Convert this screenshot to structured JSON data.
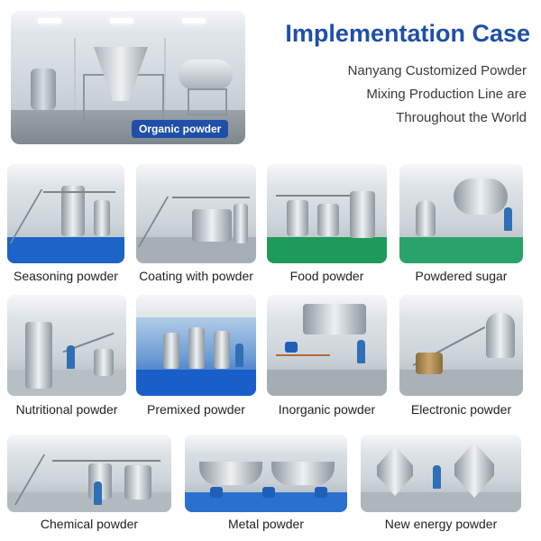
{
  "header": {
    "title": "Implementation Case",
    "subtitle_lines": [
      "Nanyang Customized Powder",
      "Mixing Production Line are",
      "Throughout the World"
    ]
  },
  "hero": {
    "label": "Organic powder",
    "label_color": "#1f4fa8"
  },
  "cases": [
    {
      "label": "Seasoning powder"
    },
    {
      "label": "Coating with powder"
    },
    {
      "label": "Food powder"
    },
    {
      "label": "Powdered sugar"
    },
    {
      "label": "Nutritional powder"
    },
    {
      "label": "Premixed powder"
    },
    {
      "label": "Inorganic powder"
    },
    {
      "label": "Electronic powder"
    },
    {
      "label": "Chemical powder"
    },
    {
      "label": "Metal powder"
    },
    {
      "label": "New energy powder"
    }
  ],
  "colors": {
    "brand_blue": "#1f4fa8",
    "floor_green": "#1e9a5a",
    "floor_blue": "#1c64c8"
  }
}
